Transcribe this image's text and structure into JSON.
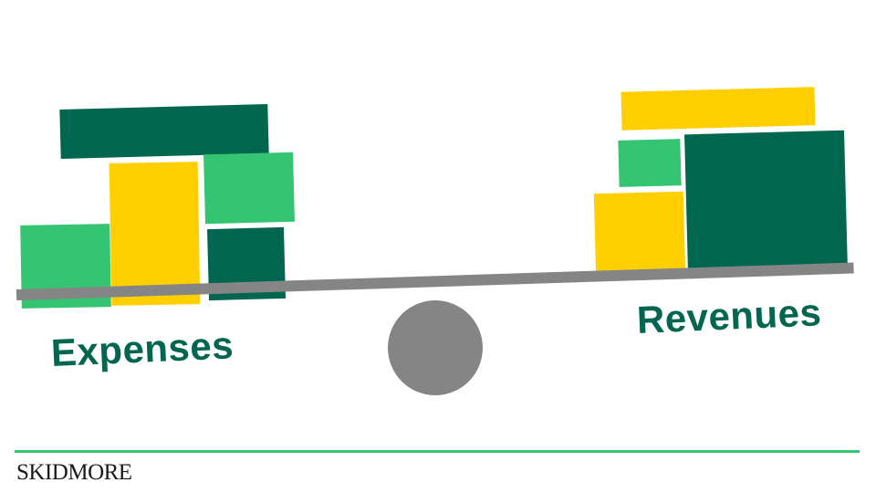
{
  "labels": {
    "expenses": "Expenses",
    "revenues": "Revenues"
  },
  "logo": {
    "text": "SKIDMORE"
  },
  "colors": {
    "dark_green": "#006650",
    "light_green": "#34c472",
    "yellow": "#ffcf00",
    "gray": "#858585",
    "accent_rule": "#34c472",
    "text_dark": "#006650",
    "logo": "#1a1a1a"
  }
}
